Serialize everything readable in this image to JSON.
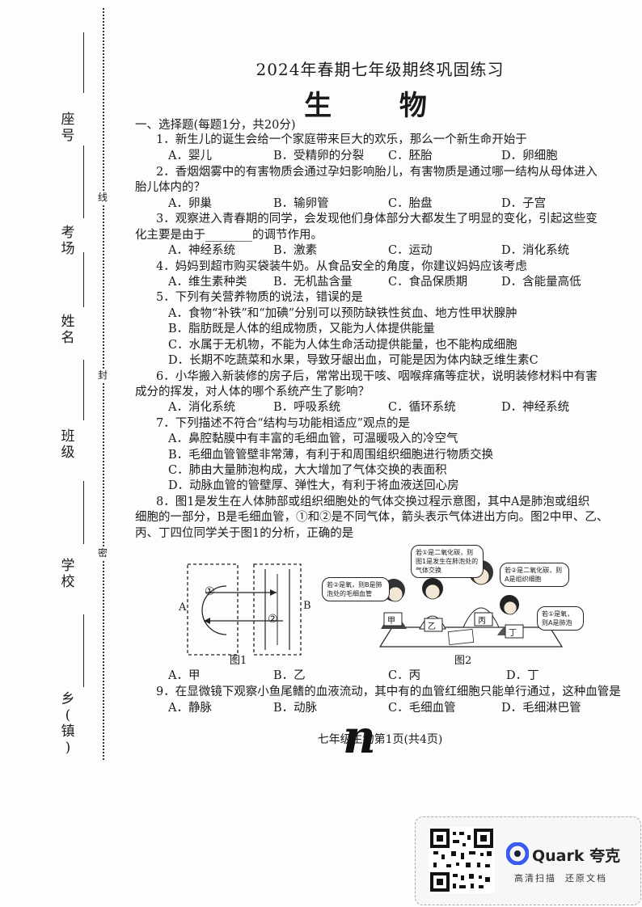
{
  "sidebar": {
    "seat_no": "座号",
    "exam_room": "考场",
    "name": "姓名",
    "class": "班级",
    "school": "学校",
    "town": "乡(镇)",
    "seal_words": [
      "线",
      "封",
      "密"
    ]
  },
  "header": {
    "title": "2024年春期七年级期终巩固练习",
    "subject": "生 物"
  },
  "section1": {
    "heading": "一、选择题(每题1分，共20分)"
  },
  "questions": [
    {
      "lines": [
        "1．新生儿的诞生会给一个家庭带来巨大的欢乐，那么一个新生命开始于"
      ],
      "options": [
        "A．婴儿",
        "B．受精卵的分裂",
        "C．胚胎",
        "D．卵细胞"
      ]
    },
    {
      "lines": [
        "2．香烟烟雾中的有害物质会通过孕妇影响胎儿，有害物质是通过哪一结构从母体进入",
        "胎儿体内的？"
      ],
      "options": [
        "A．卵巢",
        "B．输卵管",
        "C．胎盘",
        "D．子宫"
      ]
    },
    {
      "lines": [
        "3．观察进入青春期的同学，会发现他们身体部分大都发生了明显的变化，引起这些变",
        "化主要是由于________的调节作用。"
      ],
      "options": [
        "A．神经系统",
        "B．激素",
        "C．运动",
        "D．消化系统"
      ]
    },
    {
      "lines": [
        "4．妈妈到超市购买袋装牛奶。从食品安全的角度，你建议妈妈应该考虑"
      ],
      "options": [
        "A．维生素种类",
        "B．无机盐含量",
        "C．食品保质期",
        "D．含能量高低"
      ]
    },
    {
      "lines": [
        "5．下列有关营养物质的说法，错误的是"
      ],
      "options_block": [
        "A．食物“补铁”和“加碘”分别可以预防缺铁性贫血、地方性甲状腺肿",
        "B．脂肪既是人体的组成物质，又能为人体提供能量",
        "C．水属于无机物，不能为人体生命活动提供能量，也不能构成细胞",
        "D．长期不吃蔬菜和水果，导致牙龈出血，可能是因为体内缺乏维生素C"
      ]
    },
    {
      "lines": [
        "6．小华搬入新装修的房子后，常常出现干咳、咽喉痒痛等症状，说明装修材料中有害",
        "成分的挥发，对人体的哪个系统产生了影响？"
      ],
      "options": [
        "A．消化系统",
        "B．呼吸系统",
        "C．循环系统",
        "D．神经系统"
      ]
    },
    {
      "lines": [
        "7．下列描述不符合“结构与功能相适应”观点的是"
      ],
      "options_block": [
        "A．鼻腔黏膜中有丰富的毛细血管，可温暖吸入的冷空气",
        "B．毛细血管管壁非常薄，有利于和周围组织细胞进行物质交换",
        "C．肺由大量肺泡构成，大大增加了气体交换的表面积",
        "D．动脉血管的管壁厚、弹性大，有利于将血液送回心房"
      ]
    },
    {
      "lines": [
        "8．图1是发生在人体肺部或组织细胞处的气体交换过程示意图，其中A是肺泡或组织",
        "细胞的一部分，B是毛细血管，①和②是不同气体，箭头表示气体进出方向。图2中甲、乙、",
        "丙、丁四位同学关于图1的分析，正确的是"
      ],
      "options": [
        "A．甲",
        "B．乙",
        "C．丙",
        "D．丁"
      ]
    },
    {
      "lines": [
        "9．在显微镜下观察小鱼尾鳍的血液流动，其中有的血管红细胞只能单行通过，这种血管是"
      ],
      "options": [
        "A．静脉",
        "B．动脉",
        "C．毛细血管",
        "D．毛细淋巴管"
      ]
    }
  ],
  "figure1": {
    "label_a": "A",
    "label_b": "B",
    "gas1": "①",
    "gas2": "②",
    "caption": "图1"
  },
  "figure2": {
    "caption": "图2",
    "students": [
      "甲",
      "乙",
      "丙",
      "丁"
    ],
    "bubbles": [
      "若①是二氧化碳，则图1是发生在肺泡处的气体交换",
      "若②是氧，则B是肺泡处的毛细血管",
      "若②是二氧化碳，则A是组织细胞",
      "若①是氧，则A是肺泡"
    ]
  },
  "footer": {
    "text_left": "七年级生物",
    "text_mid": "第1页",
    "text_right": "(共4页)",
    "watermark": "n"
  },
  "quark": {
    "brand": "Quark 夸克",
    "tagline": "高清扫描  还原文档"
  }
}
